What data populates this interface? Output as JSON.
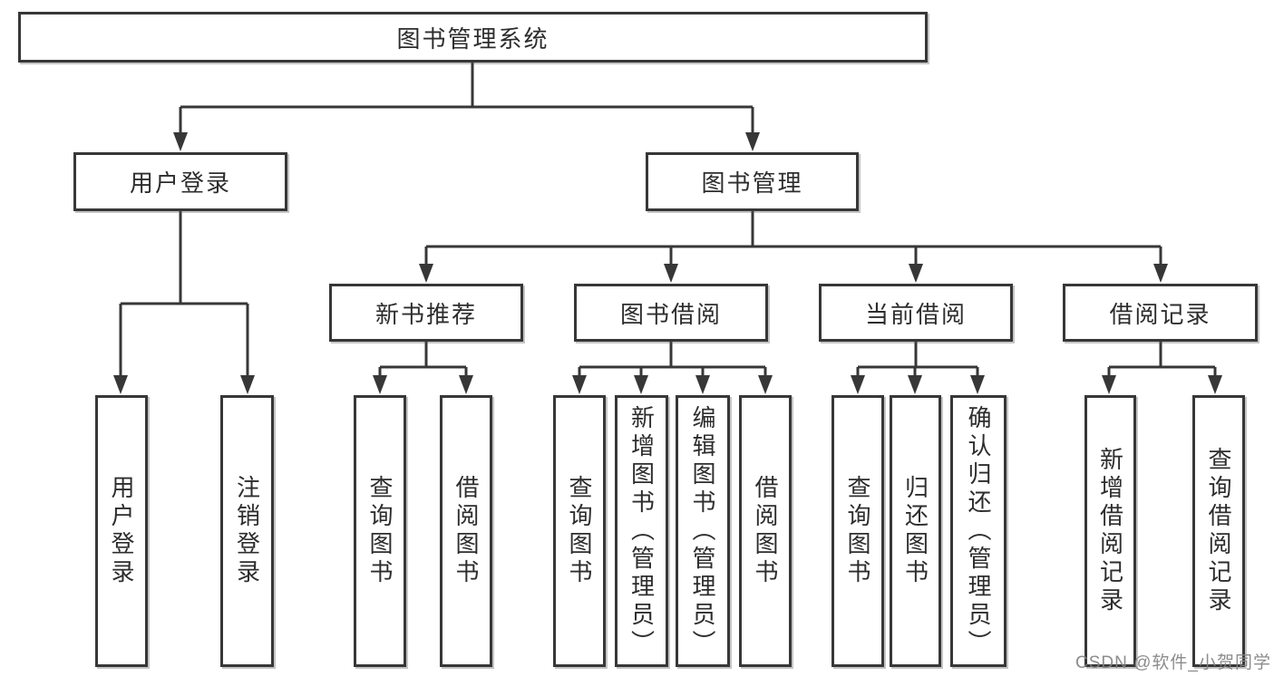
{
  "tree": {
    "label": "图书管理系统",
    "children": [
      {
        "label": "用户登录",
        "children": [
          {
            "label": "用户登录"
          },
          {
            "label": "注销登录"
          }
        ]
      },
      {
        "label": "图书管理",
        "children": [
          {
            "label": "新书推荐",
            "children": [
              {
                "label": "查询图书"
              },
              {
                "label": "借阅图书"
              }
            ]
          },
          {
            "label": "图书借阅",
            "children": [
              {
                "label": "查询图书"
              },
              {
                "label": "新增图书（管理员）"
              },
              {
                "label": "编辑图书（管理员）"
              },
              {
                "label": "借阅图书"
              }
            ]
          },
          {
            "label": "当前借阅",
            "children": [
              {
                "label": "查询图书"
              },
              {
                "label": "归还图书"
              },
              {
                "label": "确认归还（管理员）"
              }
            ]
          },
          {
            "label": "借阅记录",
            "children": [
              {
                "label": "新增借阅记录"
              },
              {
                "label": "查询借阅记录"
              }
            ]
          }
        ]
      }
    ]
  },
  "watermark": {
    "text": "CSDN @软件_小贺同学"
  },
  "colors": {
    "line": "#373737",
    "text": "#2d2d2d",
    "box_bg": "#ffffff",
    "watermark": "#828282"
  }
}
